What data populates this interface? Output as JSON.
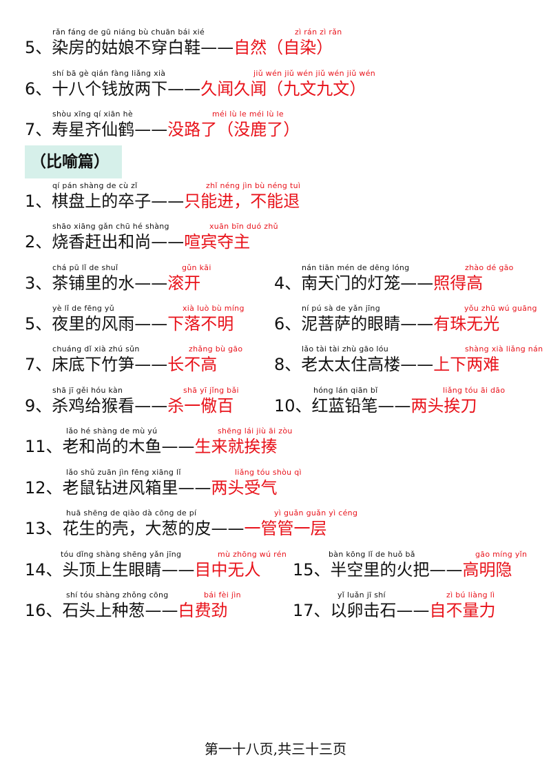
{
  "top_items": [
    {
      "num": "5",
      "question": "染房的姑娘不穿白鞋",
      "answer": "自然（自染）",
      "question_pinyin": "rǎn fáng de  gū niáng bù chuān bái xié",
      "answer_pinyin": "zì rán     zì rǎn"
    },
    {
      "num": "6",
      "question": "十八个钱放两下",
      "answer": "久闻久闻（九文九文）",
      "question_pinyin": "shí bā gè qián fàng liǎng xià",
      "answer_pinyin": "jiǔ wén jiǔ wén      jiǔ wén jiǔ wén"
    },
    {
      "num": "7",
      "question": "寿星齐仙鹤",
      "answer": "没路了（没鹿了）",
      "question_pinyin": "shòu xīng qí xiān hè",
      "answer_pinyin": "méi lù  le      méi lù  le"
    }
  ],
  "section": {
    "title": "（比喻篇）"
  },
  "metaphor_items": [
    {
      "num": "1",
      "question": "棋盘上的卒子",
      "answer": "只能进，不能退",
      "question_pinyin": "qí pán shàng de  cù  zǐ",
      "answer_pinyin": "zhǐ néng jìn       bù néng tuì"
    },
    {
      "num": "2",
      "question": "烧香赶出和尚",
      "answer": "喧宾夺主",
      "question_pinyin": "shāo xiāng gǎn chū hé shàng",
      "answer_pinyin": "xuān bīn duó zhǔ"
    },
    {
      "num": "3",
      "question": "茶铺里的水",
      "answer": "滚开",
      "question_pinyin": "chá pū  lǐ  de shuǐ",
      "answer_pinyin": "gǔn kāi"
    },
    {
      "num": "4",
      "question": "南天门的灯笼",
      "answer": "照得高",
      "question_pinyin": "nán tiān mén de dēng lóng",
      "answer_pinyin": "zhào dé gāo"
    },
    {
      "num": "5",
      "question": "夜里的风雨",
      "answer": "下落不明",
      "question_pinyin": "yè  lǐ  de fēng yǔ",
      "answer_pinyin": "xià luò bù míng"
    },
    {
      "num": "6",
      "question": "泥菩萨的眼睛",
      "answer": "有珠无光",
      "question_pinyin": "ní  pú  sà  de yǎn jīng",
      "answer_pinyin": "yǒu zhū wú guāng"
    },
    {
      "num": "7",
      "question": "床底下竹笋",
      "answer": "长不高",
      "question_pinyin": "chuáng dǐ  xià zhú sǔn",
      "answer_pinyin": "zhǎng bù gāo"
    },
    {
      "num": "8",
      "question": "老太太住高楼",
      "answer": "上下两难",
      "question_pinyin": "lǎo tài tài zhù gāo lóu",
      "answer_pinyin": "shàng xià liǎng nán"
    },
    {
      "num": "9",
      "question": "杀鸡给猴看",
      "answer": "杀一儆百",
      "question_pinyin": "shā  jī  gěi hóu kàn",
      "answer_pinyin": "shā  yī  jǐng bǎi"
    },
    {
      "num": "10",
      "question": "红蓝铅笔",
      "answer": "两头挨刀",
      "question_pinyin": "hóng lán qiān bǐ",
      "answer_pinyin": "liǎng tóu  āi  dāo"
    },
    {
      "num": "11",
      "question": "老和尚的木鱼",
      "answer": "生来就挨揍",
      "question_pinyin": "lǎo hé shàng de  mù  yú",
      "answer_pinyin": "shēng lái jiù  āi  zòu"
    },
    {
      "num": "12",
      "question": "老鼠钻进风箱里",
      "answer": "两头受气",
      "question_pinyin": "lǎo shǔ zuān jìn fēng xiāng lǐ",
      "answer_pinyin": "liǎng tóu shòu qì"
    },
    {
      "num": "13",
      "question": "花生的壳，大葱的皮",
      "answer": "一管管一层",
      "question_pinyin": "huā shēng de qiào    dà cōng de  pí",
      "answer_pinyin": "yì guǎn guǎn yì céng"
    },
    {
      "num": "14",
      "question": "头顶上生眼睛",
      "answer": "目中无人",
      "question_pinyin": "tóu dǐng shàng shēng yǎn jīng",
      "answer_pinyin": "mù zhōng wú  rén"
    },
    {
      "num": "15",
      "question": "半空里的火把",
      "answer": "高明隐",
      "question_pinyin": "bàn kōng lǐ   de  huǒ bǎ",
      "answer_pinyin": "gāo míng yǐn"
    },
    {
      "num": "16",
      "question": "石头上种葱",
      "answer": "白费劲",
      "question_pinyin": "shí tóu shàng zhǒng cōng",
      "answer_pinyin": "bái fèi jìn"
    },
    {
      "num": "17",
      "question": "以卵击石",
      "answer": "自不量力",
      "question_pinyin": "yǐ luǎn jī  shí",
      "answer_pinyin": "zì  bú liàng lì"
    }
  ],
  "dash": "——",
  "separator": "、",
  "footer": {
    "text": "第一十八页,共三十三页"
  }
}
